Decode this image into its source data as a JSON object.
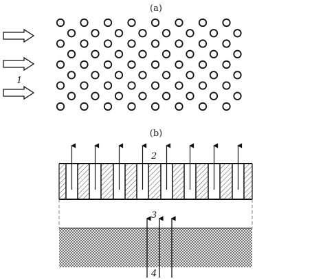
{
  "panels": {
    "a": {
      "label": "(a)",
      "flow_label": "1",
      "arrow_count": 3,
      "hole_rows": 9,
      "hole_columns_wide": 8,
      "hole_columns_narrow": 8
    },
    "b": {
      "label": "(b)",
      "top_label": "2",
      "gap_label": "3",
      "bottom_label": "4",
      "top_arrow_count": 8,
      "bottom_arrow_count": 3
    }
  },
  "colors": {
    "stroke": "#111111",
    "hatch": "#555555",
    "background": "#ffffff"
  }
}
